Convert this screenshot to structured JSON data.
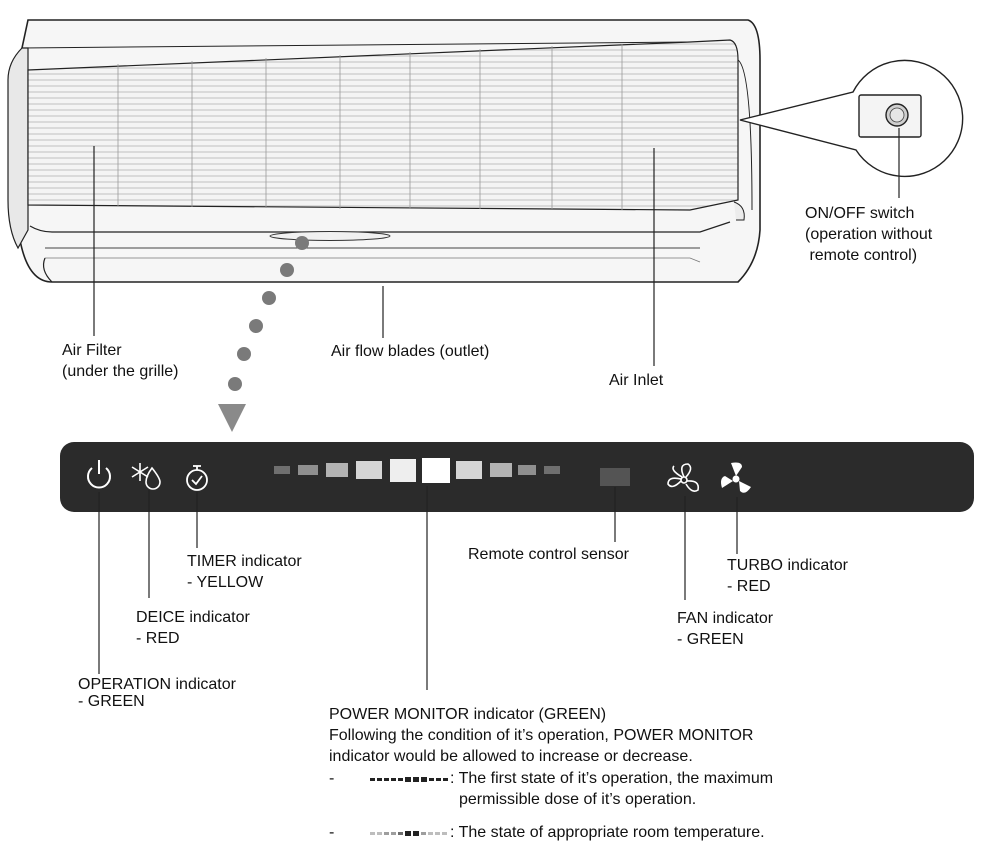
{
  "unit": {
    "air_filter": "Air Filter",
    "air_filter_note": "(under the grille)",
    "blades": "Air flow blades (outlet)",
    "inlet": "Air Inlet",
    "switch_line1": "ON/OFF switch",
    "switch_line2": "(operation without",
    "switch_line3": " remote control)"
  },
  "panel": {
    "power_icon": "power-icon",
    "deice_icon": "deice-icon",
    "timer_icon": "timer-icon",
    "fan_icon": "fan-icon",
    "turbo_icon": "turbo-icon",
    "color": "#2b2b2b"
  },
  "indicators": {
    "timer_label": "TIMER indicator",
    "timer_color": "- YELLOW",
    "deice_label": "DEICE indicator",
    "deice_color": "- RED",
    "operation_label": "OPERATION indicator",
    "operation_color": "- GREEN",
    "sensor_label": "Remote control sensor",
    "turbo_label": "TURBO indicator",
    "turbo_color": "- RED",
    "fan_label": "FAN indicator",
    "fan_color": "- GREEN"
  },
  "power_monitor": {
    "title": "POWER MONITOR indicator (GREEN)",
    "desc1": "Following the condition of it’s operation, POWER MONITOR",
    "desc2": "indicator would be allowed to increase or decrease.",
    "state1_prefix": "- ",
    "state1_line1": ": The first state of it’s operation, the maximum",
    "state1_line2": "permissible dose of it’s operation.",
    "state2_prefix": "- ",
    "state2_line1": ": The state of appropriate room temperature."
  }
}
